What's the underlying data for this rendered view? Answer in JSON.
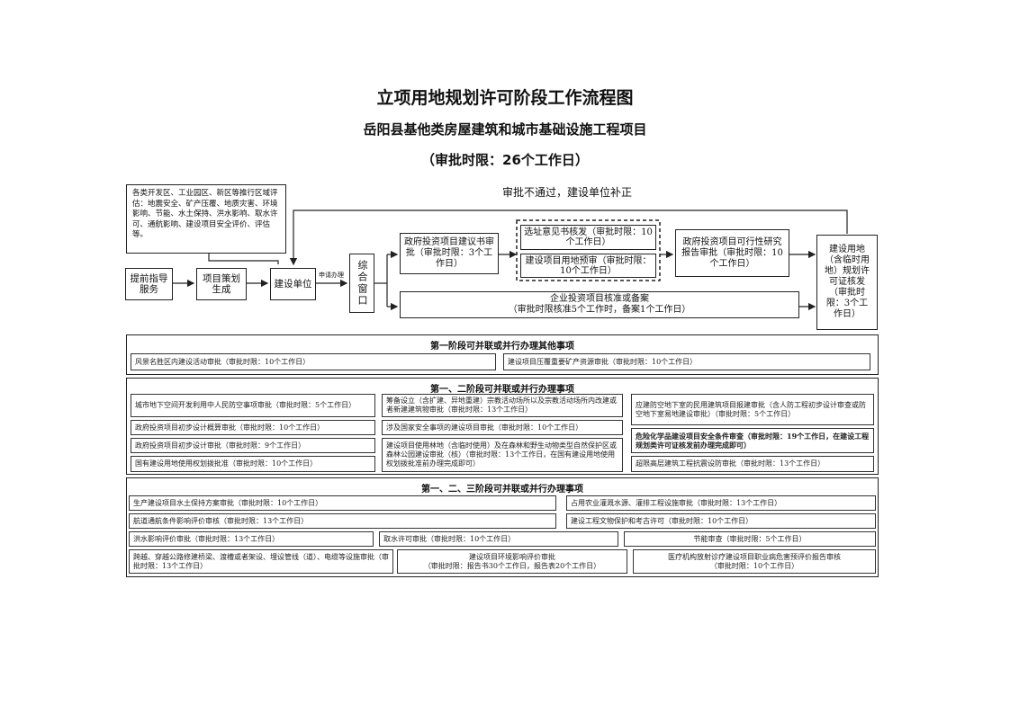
{
  "header": {
    "title": "立项用地规划许可阶段工作流程图",
    "subtitle": "岳阳县基他类房屋建筑和城市基础设施工程项目",
    "limit": "（审批时限：26个工作日）"
  },
  "flow": {
    "feedback_note": "审批不通过，建设单位补正",
    "pre_eval": "各类开发区、工业园区、新区等推行区域评估：地震安全、矿产压覆、地质灾害、环境影响、节能、水土保持、洪水影响、取水许可、通航影响、建设项目安全评价、评估等。",
    "guide": "提前指导服务",
    "plan": "项目策划生成",
    "unit": "建设单位",
    "apply_label": "申请办理",
    "window": "综合窗口",
    "gov_proposal": "政府投资项目建议书审批（审批时限：3个工作日）",
    "site_opinion": "选址意见书核发（审批时限：10个工作日）",
    "land_pre": "建设项目用地预审（审批时限：10个工作日）",
    "feasibility": "政府投资项目可行性研究报告审批（审批时限：10个工作日）",
    "enterprise": "企业投资项目核准或备案",
    "enterprise_limit": "（审批时限核准5个工作时，备案1个工作日）",
    "planning_permit": "建设用地（含临时用地）规划许可证核发（审批时限：3个工作日）"
  },
  "section1": {
    "title": "第一阶段可并联或并行办理其他事项",
    "items": [
      "风景名胜区内建设活动审批（审批时限：10个工作日）",
      "建设项目压覆重要矿产资源审批（审批时限：10个工作日）"
    ]
  },
  "section2": {
    "title": "第一、二阶段可并联或并行办理事项",
    "col1": [
      "城市地下空间开发利用中人民防空事项审批（审批时限：5个工作日）",
      "政府投资项目初步设计概算审批（审批时限：10个工作日）",
      "政府投资项目初步设计审批（审批时限：9个工作日）",
      "国有建设用地使用权划拨批准（审批时限：10个工作日）"
    ],
    "col2": [
      "筹备设立（含扩建、异地重建）宗教活动场所以及宗教活动场所内改建或者新建建筑物审批（审批时限：13个工作日）",
      "涉及国家安全事项的建设项目审批（审批时限：10个工作日）",
      "建设项目使用林地（含临时使用）及在森林和野生动物类型自然保护区或森林公园建设审批（核）（审批时限：13个工作日，在国有建设用地使用权划拨批准前办理完成即可）"
    ],
    "col3": [
      "应建防空地下室的民用建筑项目报建审批（含人防工程初步设计审查或防空地下室易地建设审批）（审批时限：5个工作日）",
      "危险化学品建设项目安全条件审查（审批时限：19个工作日，在建设工程规划类许可证核发前办理完成即可）",
      "超限高层建筑工程抗震设防审批（审批时限：13个工作日）"
    ]
  },
  "section3": {
    "title": "第一、二、三阶段可并联或并行办理事项",
    "row1": [
      "生产建设项目水土保持方案审批（审批时限：10个工作日）",
      "占用农业灌溉水源、灌排工程设施审批（审批时限：13个工作日）"
    ],
    "row2": [
      "航道通航条件影响评价审核（审批时限：13个工作日）",
      "建设工程文物保护和考古许可（审批时限：10个工作日）"
    ],
    "row3": [
      "洪水影响评价审批（审批时限：13个工作日）",
      "取水许可审批（审批时限：10个工作日）",
      "节能审查（审批时限：5个工作日）"
    ],
    "row4": [
      "跨越、穿越公路修建桥梁、渡槽或者架设、埋设管线（道）、电缆等设施审批（审批时限：13个工作日）",
      "建设项目环境影响评价审批",
      "（审批时限：报告书30个工作日，报告表20个工作日）",
      "医疗机构放射诊疗建设项目职业病危害预评价报告审核",
      "（审批时限：10个工作日）"
    ]
  }
}
